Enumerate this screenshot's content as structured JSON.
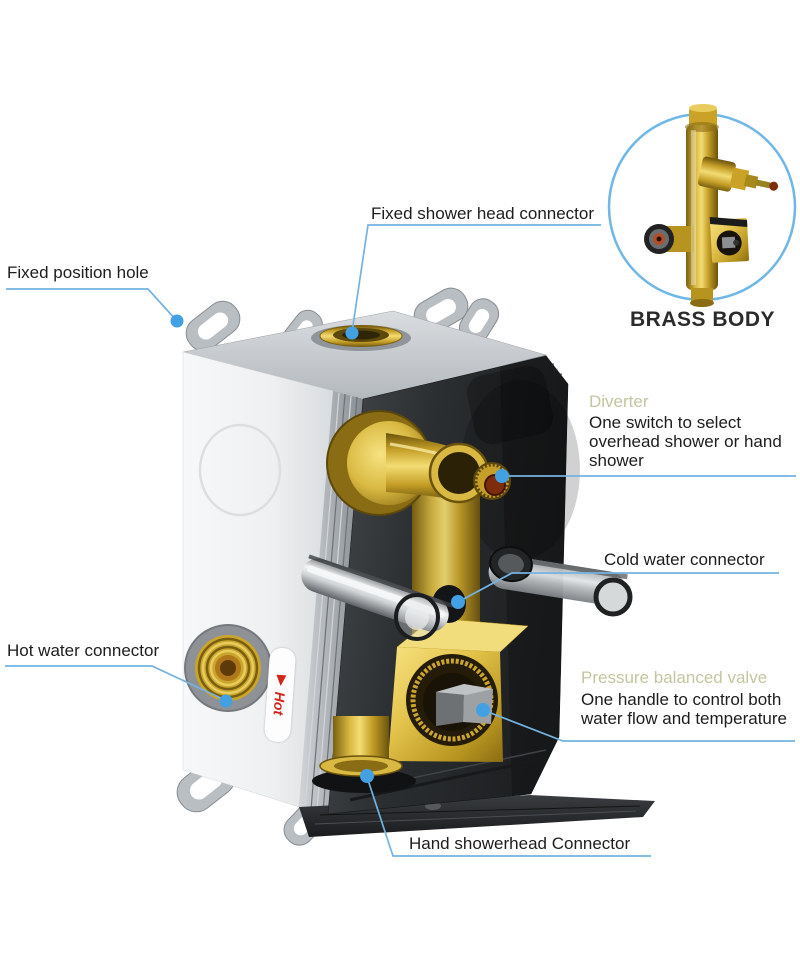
{
  "page": {
    "type": "product-feature-diagram",
    "background": "#ffffff"
  },
  "colors": {
    "callout_line": "#74b2e2",
    "callout_dot": "#42a0e3",
    "feature_title": "#c3c6a0",
    "label_text": "#1d1d1d",
    "inset_border": "#6fb7e7",
    "brass": "#c9a227",
    "hot_red": "#d2261a",
    "box_shell": "#f2f3f4",
    "cavity": "#2c2f31"
  },
  "callouts": {
    "fixed_shower_head": {
      "label": "Fixed shower head connector"
    },
    "fixed_position_hole": {
      "label": "Fixed position hole"
    },
    "diverter": {
      "title": "Diverter",
      "description": "One switch to select overhead shower or hand shower"
    },
    "cold_water": {
      "label": "Cold water connector"
    },
    "hot_water": {
      "label": "Hot water connector"
    },
    "pressure_balanced_valve": {
      "title": "Pressure balanced valve",
      "description": "One handle to control both water flow and temperature"
    },
    "hand_showerhead": {
      "label": "Hand showerhead Connector"
    }
  },
  "inset": {
    "caption": "BRASS BODY"
  },
  "markings": {
    "hot_label": "Hot"
  }
}
